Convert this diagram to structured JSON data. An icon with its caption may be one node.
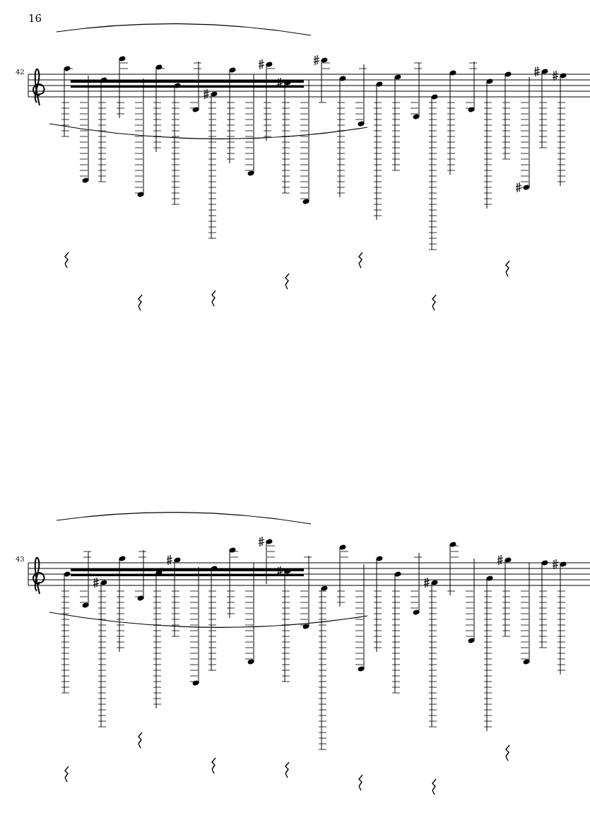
{
  "diagram": {
    "labels": [
      "16",
      "42",
      "43"
    ]
  }
}
